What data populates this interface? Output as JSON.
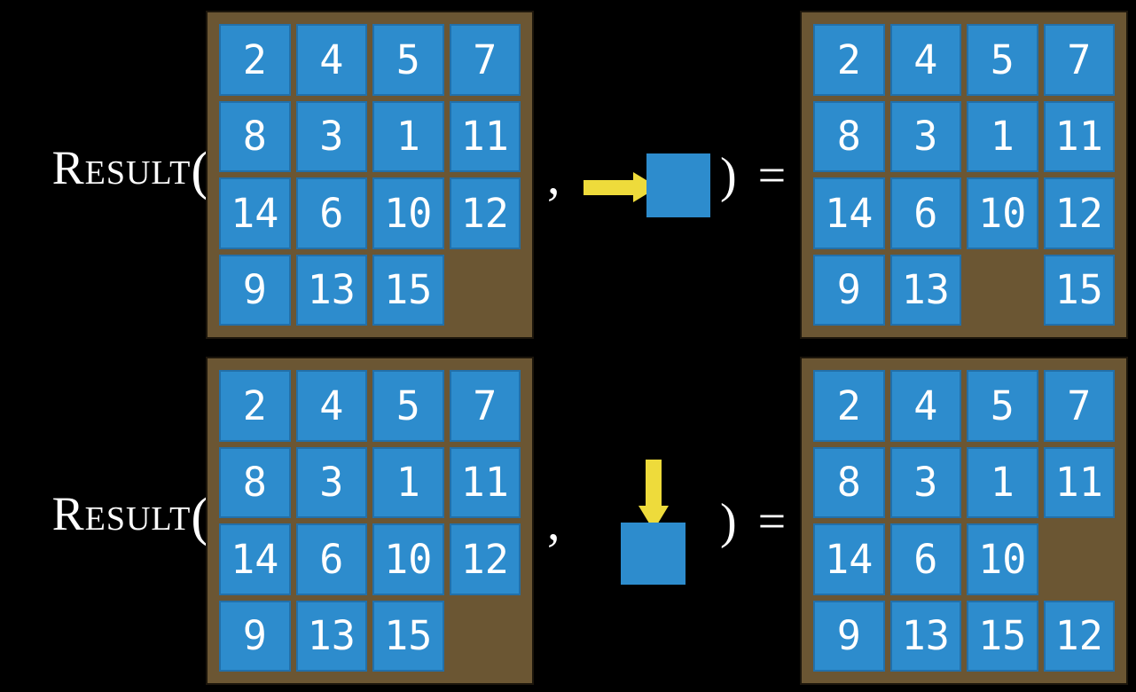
{
  "colors": {
    "bg": "#000000",
    "tile": "#2d8ccd",
    "frame": "#6b5633",
    "frame_border": "#1c160c",
    "arrow": "#eedb3b",
    "text": "#ffffff"
  },
  "rows": [
    {
      "function_label": "Result",
      "open_paren": "(",
      "comma": ",",
      "close_paren_equals": ") =",
      "move_direction": "right",
      "move_icon": "arrow-right-into-tile-icon",
      "input_grid": [
        [
          "2",
          "4",
          "5",
          "7"
        ],
        [
          "8",
          "3",
          "1",
          "11"
        ],
        [
          "14",
          "6",
          "10",
          "12"
        ],
        [
          "9",
          "13",
          "15",
          ""
        ]
      ],
      "output_grid": [
        [
          "2",
          "4",
          "5",
          "7"
        ],
        [
          "8",
          "3",
          "1",
          "11"
        ],
        [
          "14",
          "6",
          "10",
          "12"
        ],
        [
          "9",
          "13",
          "",
          "15"
        ]
      ]
    },
    {
      "function_label": "Result",
      "open_paren": "(",
      "comma": ",",
      "close_paren_equals": ") =",
      "move_direction": "down",
      "move_icon": "arrow-down-into-tile-icon",
      "input_grid": [
        [
          "2",
          "4",
          "5",
          "7"
        ],
        [
          "8",
          "3",
          "1",
          "11"
        ],
        [
          "14",
          "6",
          "10",
          "12"
        ],
        [
          "9",
          "13",
          "15",
          ""
        ]
      ],
      "output_grid": [
        [
          "2",
          "4",
          "5",
          "7"
        ],
        [
          "8",
          "3",
          "1",
          "11"
        ],
        [
          "14",
          "6",
          "10",
          ""
        ],
        [
          "9",
          "13",
          "15",
          "12"
        ]
      ]
    }
  ]
}
